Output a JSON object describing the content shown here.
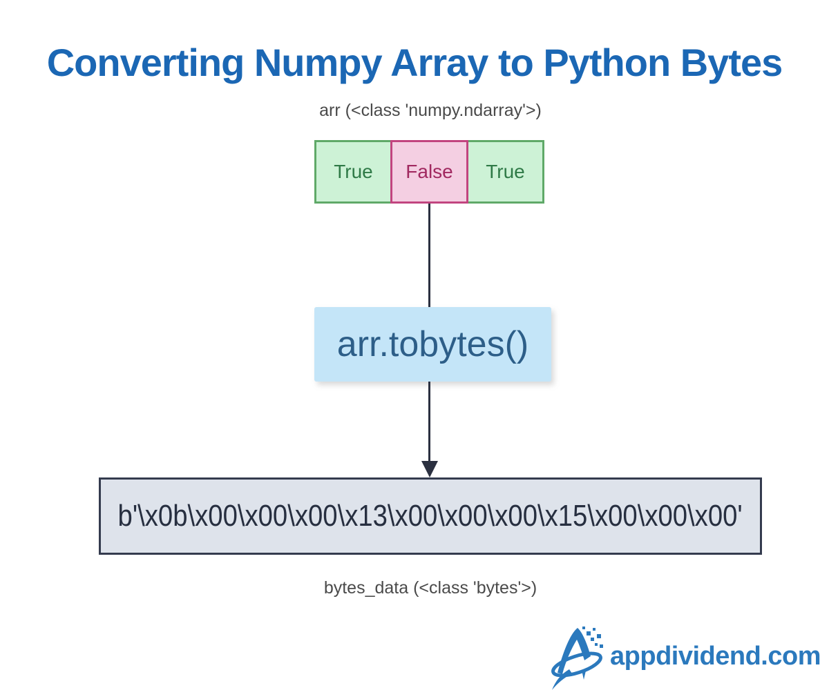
{
  "page": {
    "title": "Converting Numpy Array to Python Bytes"
  },
  "diagram": {
    "array": {
      "label": "arr (<class 'numpy.ndarray'>)",
      "cells": [
        {
          "value": "True",
          "state": "true"
        },
        {
          "value": "False",
          "state": "false"
        },
        {
          "value": "True",
          "state": "true"
        }
      ]
    },
    "operation": {
      "label": "arr.tobytes()"
    },
    "result": {
      "value": "b'\\x0b\\x00\\x00\\x00\\x13\\x00\\x00\\x00\\x15\\x00\\x00\\x00'",
      "label": "bytes_data (<class 'bytes'>)"
    }
  },
  "branding": {
    "site": "appdividend.com"
  },
  "colors": {
    "title_blue": "#1b67b4",
    "true_bg": "#cdf2d6",
    "true_border": "#5fa968",
    "true_text": "#2f7a47",
    "false_bg": "#f4cfe2",
    "false_border": "#c2447f",
    "false_text": "#a12960",
    "operation_bg": "#c4e5f8",
    "operation_text": "#2d5e88",
    "bytes_bg": "#dee3eb",
    "bytes_border": "#343b4e",
    "bytes_text": "#272f40",
    "arrow": "#2b3040",
    "label_text": "#4a4a4a",
    "brand_blue": "#2b79bd"
  }
}
